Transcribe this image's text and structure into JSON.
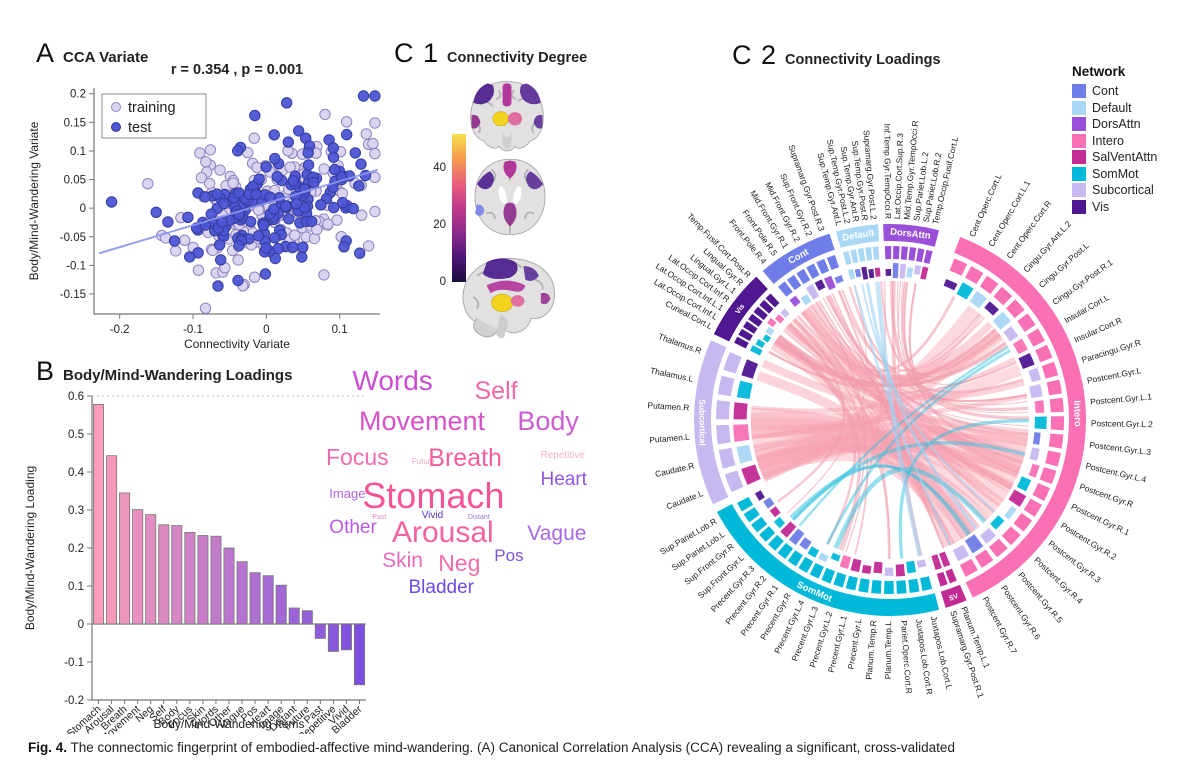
{
  "panels": {
    "a_label": "A",
    "a_title": "CCA Variate",
    "b_label": "B",
    "b_title": "Body/Mind-Wandering Loadings",
    "c1_label": "C 1",
    "c1_title": "Connectivity Degree",
    "c2_label": "C 2",
    "c2_title": "Connectivity Loadings"
  },
  "caption": {
    "prefix": "Fig. 4.",
    "text": "The connectomic fingerprint of embodied-affective mind-wandering. (A) Canonical Correlation Analysis (CCA) revealing a significant, cross-validated"
  },
  "legend": {
    "title": "Network",
    "items": [
      {
        "label": "Cont",
        "color": "#6f7de8"
      },
      {
        "label": "Default",
        "color": "#a9d7f5"
      },
      {
        "label": "DorsAttn",
        "color": "#9a4fd8"
      },
      {
        "label": "Intero",
        "color": "#fa70b5"
      },
      {
        "label": "SalVentAttn",
        "color": "#c22a94"
      },
      {
        "label": "SomMot",
        "color": "#00b9d8"
      },
      {
        "label": "Subcortical",
        "color": "#c7b8f0"
      },
      {
        "label": "Vis",
        "color": "#4f1790"
      }
    ]
  },
  "chart_data": [
    {
      "id": "cca_scatter",
      "type": "scatter",
      "title": "r = 0.354 , p = 0.001",
      "xlabel": "Connectivity Variate",
      "ylabel": "Body/Mind-Wandering Variate",
      "xlim": [
        -0.235,
        0.155
      ],
      "ylim": [
        -0.185,
        0.21
      ],
      "x_ticks": [
        -0.2,
        -0.1,
        0,
        0.1
      ],
      "y_ticks": [
        -0.15,
        -0.1,
        -0.05,
        0,
        0.05,
        0.1,
        0.15,
        0.2
      ],
      "r": 0.354,
      "p": 0.001,
      "seed": 11,
      "series": [
        {
          "name": "training",
          "n": 170,
          "fill": "#dad3f1",
          "edge": "#8d82bd"
        },
        {
          "name": "test",
          "n": 170,
          "fill": "#4c55d4",
          "edge": "#343c9e"
        }
      ],
      "regression_line": {
        "x1": -0.228,
        "y1": -0.079,
        "x2": 0.152,
        "y2": 0.067,
        "color": "#8a93ee"
      },
      "legend_position": "top-left",
      "grid": false
    },
    {
      "id": "loadings_bar",
      "type": "bar",
      "xlabel": "Body/Mind-Wandering Items",
      "ylabel": "Body/Mind-Wandering Loading",
      "ylim": [
        -0.2,
        0.6
      ],
      "y_ticks": [
        -0.2,
        -0.1,
        0,
        0.1,
        0.2,
        0.3,
        0.4,
        0.5,
        0.6
      ],
      "categories": [
        "Stomach",
        "Arousal",
        "Breath",
        "Movement",
        "Neg",
        "Self",
        "Body",
        "Focus",
        "Skin",
        "Words",
        "Other",
        "Vague",
        "Pos",
        "Heart",
        "Image",
        "Distant",
        "Future",
        "Past",
        "Repetitive",
        "Vivid",
        "Bladder"
      ],
      "values": [
        0.578,
        0.443,
        0.345,
        0.301,
        0.288,
        0.261,
        0.259,
        0.241,
        0.233,
        0.231,
        0.2,
        0.164,
        0.135,
        0.127,
        0.102,
        0.042,
        0.035,
        -0.038,
        -0.072,
        -0.068,
        -0.16
      ],
      "color_start": "#fb9dba",
      "color_end": "#7c4fe0",
      "bar_edge": "#777777",
      "grid": false
    },
    {
      "id": "degree_colorbar",
      "type": "colorbar",
      "ticks": [
        0,
        20,
        40
      ],
      "range": [
        0,
        52
      ],
      "gradient": [
        "#190e3b",
        "#4d1677",
        "#8c2a8a",
        "#c23a8c",
        "#ea607c",
        "#f79a4c",
        "#f8e14e"
      ]
    },
    {
      "id": "mw_wordcloud",
      "type": "wordcloud",
      "words": [
        {
          "text": "Words",
          "size": 28,
          "color": "#c94fd2",
          "x": 8,
          "y": 3
        },
        {
          "text": "Self",
          "size": 25,
          "color": "#f468a8",
          "x": 45,
          "y": 8
        },
        {
          "text": "Movement",
          "size": 27,
          "color": "#d553c6",
          "x": 10,
          "y": 20
        },
        {
          "text": "Body",
          "size": 27,
          "color": "#cb5ed0",
          "x": 58,
          "y": 20
        },
        {
          "text": "Focus",
          "size": 23,
          "color": "#f26cae",
          "x": 0,
          "y": 36
        },
        {
          "text": "Future",
          "size": 8,
          "color": "#f6a8cb",
          "x": 26,
          "y": 41
        },
        {
          "text": "Breath",
          "size": 25,
          "color": "#f55f9d",
          "x": 31,
          "y": 36
        },
        {
          "text": "Repetitive",
          "size": 10,
          "color": "#f8b0ce",
          "x": 65,
          "y": 38
        },
        {
          "text": "Heart",
          "size": 19,
          "color": "#8d57e3",
          "x": 65,
          "y": 46
        },
        {
          "text": "Image",
          "size": 13,
          "color": "#b168e0",
          "x": 1,
          "y": 53
        },
        {
          "text": "Stomach",
          "size": 36,
          "color": "#f75497",
          "x": 11,
          "y": 49
        },
        {
          "text": "Past",
          "size": 7,
          "color": "#df85c4",
          "x": 14,
          "y": 64
        },
        {
          "text": "Vivid",
          "size": 10,
          "color": "#4636cc",
          "x": 29,
          "y": 63
        },
        {
          "text": "Distant",
          "size": 7,
          "color": "#9f76da",
          "x": 43,
          "y": 64
        },
        {
          "text": "Other",
          "size": 19,
          "color": "#b85ae2",
          "x": 1,
          "y": 66
        },
        {
          "text": "Arousal",
          "size": 30,
          "color": "#f4639f",
          "x": 20,
          "y": 66
        },
        {
          "text": "Vague",
          "size": 21,
          "color": "#a667e2",
          "x": 61,
          "y": 68
        },
        {
          "text": "Skin",
          "size": 21,
          "color": "#e86ab8",
          "x": 17,
          "y": 79
        },
        {
          "text": "Neg",
          "size": 23,
          "color": "#f16ca9",
          "x": 34,
          "y": 80
        },
        {
          "text": "Pos",
          "size": 17,
          "color": "#7d53da",
          "x": 51,
          "y": 78
        },
        {
          "text": "Bladder",
          "size": 19,
          "color": "#6d4ae4",
          "x": 25,
          "y": 91
        }
      ]
    },
    {
      "id": "connectivity_chord",
      "type": "chord",
      "seed": 23,
      "networks": [
        {
          "name": "Vis",
          "short": "Vis",
          "color": "#4f1790",
          "start": 296,
          "end": 317,
          "regions": [
            "Cuneal.Cort.L",
            "Lat.Occip.Cort.Inf.L",
            "Lat.Occip.Cort.Inf.L.1",
            "Lat.Occip.Cort.Inf.R",
            "Lingual.Gyr.L.1",
            "Lingual.Gyr.R",
            "Temp.Fusif.Cort.Post.R"
          ]
        },
        {
          "name": "Cont",
          "short": "Cont",
          "color": "#6f7de8",
          "start": 319.5,
          "end": 342,
          "regions": [
            "Front.Pole.R.4",
            "Front.Pole.R.5",
            "Mid.Front.Gyr.R.1",
            "Mid.Front.Gyr.R.2",
            "Sup.Front.Gyr.R.2",
            "Supramarg.Gyr.Post.R.3"
          ]
        },
        {
          "name": "Default",
          "short": "Default",
          "color": "#a9d7f5",
          "start": 344,
          "end": 356.5,
          "regions": [
            "Sup.Temp.Gyr.Ant.L",
            "Sup.Temp.Gyr.Post.L.2",
            "Sup.Temp.Gyr.Ant.R",
            "Sup.Temp.Gyr.Post.R",
            "Supramarg.Gyr.Post.L.2"
          ]
        },
        {
          "name": "DorsAttn",
          "short": "DorsAttn",
          "color": "#9a4fd8",
          "start": 358,
          "end": 374.5,
          "regions": [
            "Inf.Temp.Gyr.TempOcci.R",
            "Lat.Occip.Cort.Sup.R.3",
            "Mid.Temp.Gyr.TempOcci.R",
            "Sup.Pariet.Lob.L.2",
            "Sup.Pariet.Lob.R.2",
            "Temp.Occip.Fusif.Cort.L"
          ]
        },
        {
          "name": "Intero",
          "short": "Intero",
          "color": "#fa70b5",
          "start": 21,
          "end": 155,
          "regions": [
            "Cent.Operc.Cort.L",
            "Cent.Operc.Cort.L.1",
            "Cent.Operc.Cort.R",
            "Cingu.Gyr.Ant.L.2",
            "Cingu.Gyr.Post.L",
            "Cingu.Gyr.Post.R.1",
            "Insular.Cort.L",
            "Insular.Cort.R",
            "Paracingu.Gyr.R",
            "Postcent.Gyr.L",
            "Postcent.Gyr.L.1",
            "Postcent.Gyr.L.2",
            "Postcent.Gyr.L.3",
            "Postcent.Gyr.L.4",
            "Postcent.Gyr.R",
            "Postcent.Gyr.R.1",
            "Postcent.Gyr.R.2",
            "Postcent.Gyr.R.3",
            "Postcent.Gyr.R.4",
            "Postcent.Gyr.R.5",
            "Postcent.Gyr.R.6",
            "Postcent.Gyr.R.7"
          ]
        },
        {
          "name": "SalVentAttn",
          "short": "SV",
          "color": "#c22a94",
          "start": 157,
          "end": 163.5,
          "regions": [
            "Planum.Temp.L.1",
            "Supramarg.Gyr.Post.R.1"
          ]
        },
        {
          "name": "SomMot",
          "short": "SomMot",
          "color": "#00b9d8",
          "start": 165.5,
          "end": 242,
          "regions": [
            "Juxtapos.Lob.Cort.L",
            "Juxtapos.Lob.Cort.R",
            "Pariet.Operc.Cort.R",
            "Planum.Temp.L",
            "Planum.Temp.R",
            "Precent.Gyr.L",
            "Precent.Gyr.L.1",
            "Precent.Gyr.L.2",
            "Precent.Gyr.L.3",
            "Precent.Gyr.L.4",
            "Precent.Gyr.R",
            "Precent.Gyr.R.1",
            "Precent.Gyr.R.2",
            "Precent.Gyr.R.3",
            "Sup.Front.Gyr.L",
            "Sup.Front.Gyr.R",
            "Sup.Pariet.Lob.L",
            "Sup.Pariet.Lob.R"
          ]
        },
        {
          "name": "Subcortical",
          "short": "Subcortical",
          "color": "#c7b8f0",
          "start": 244.5,
          "end": 294,
          "regions": [
            "Caudate.L",
            "Caudate.R",
            "Putamen.L",
            "Putamen.R",
            "Thalamus.L",
            "Thalamus.R"
          ]
        }
      ],
      "ribbon_groups": [
        {
          "count": 9,
          "color": "#f9a8b8",
          "opacity": 0.45,
          "wmin": 10,
          "wmax": 26,
          "a1": [
            246,
            294
          ],
          "a2": [
            30,
            150
          ]
        },
        {
          "count": 26,
          "color": "#f7a0b0",
          "opacity": 0.45,
          "wmin": 4,
          "wmax": 10,
          "a1": [
            244,
            330
          ],
          "a2": [
            25,
            158
          ]
        },
        {
          "count": 42,
          "color": "#f09aac",
          "opacity": 0.55,
          "wmin": 1,
          "wmax": 3.5,
          "a1": [
            298,
            374
          ],
          "a2": [
            25,
            240
          ]
        },
        {
          "count": 7,
          "color": "#2fc2de",
          "opacity": 0.5,
          "wmin": 2,
          "wmax": 6,
          "a1": [
            168,
            240
          ],
          "a2": [
            30,
            152
          ]
        },
        {
          "count": 4,
          "color": "#9fd2f2",
          "opacity": 0.6,
          "wmin": 2,
          "wmax": 5,
          "a1": [
            345,
            356
          ],
          "a2": [
            60,
            200
          ]
        }
      ],
      "block_palette": [
        "#6f7de8",
        "#a9d7f5",
        "#9a4fd8",
        "#00b9d8",
        "#c7b8f0",
        "#4f1790",
        "#fa70b5",
        "#c22a94"
      ]
    }
  ]
}
